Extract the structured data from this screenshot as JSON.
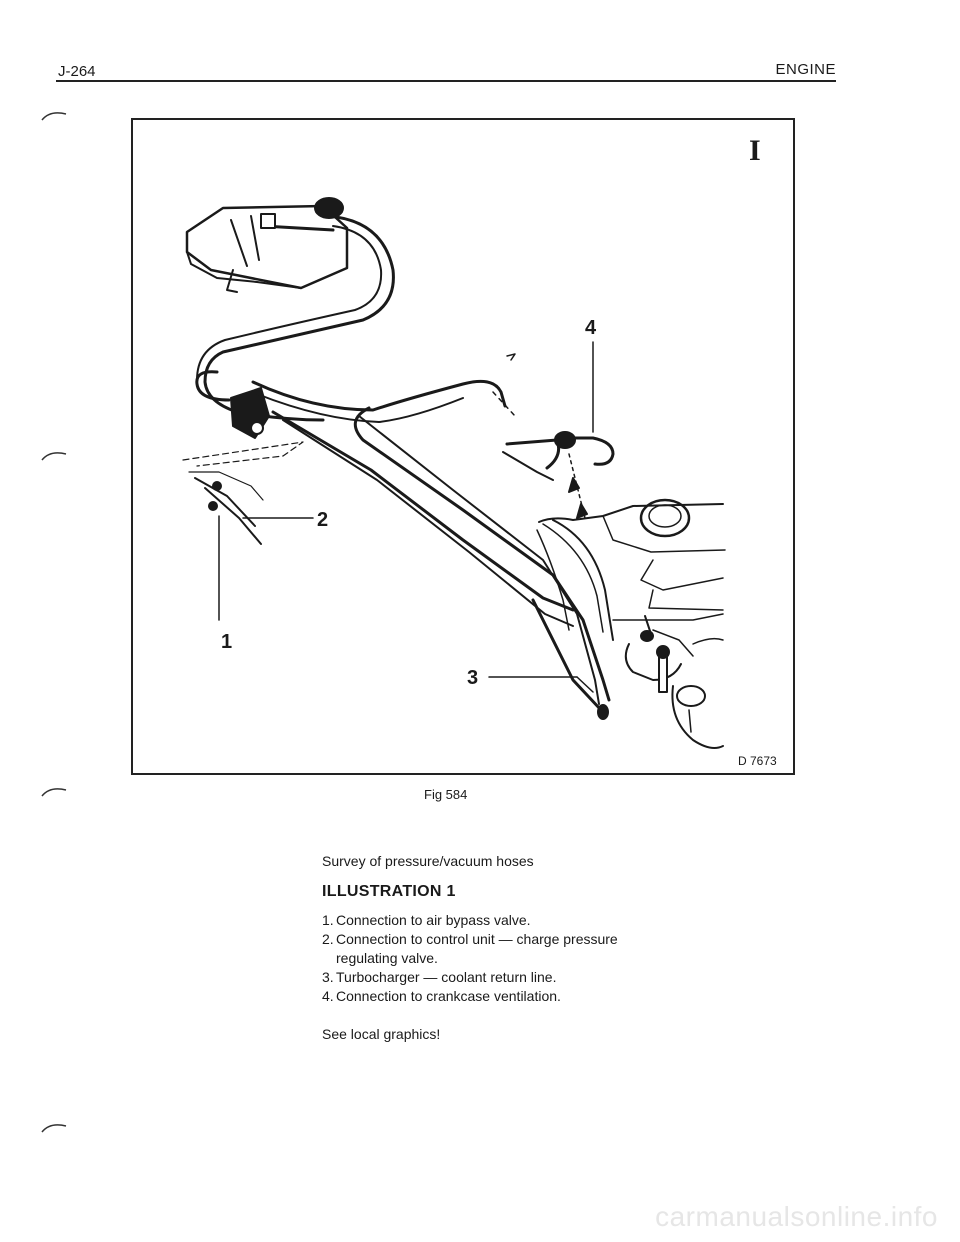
{
  "header": {
    "page_number": "J-264",
    "section": "ENGINE"
  },
  "figure": {
    "panel_mark": "I",
    "drawing_code": "D 7673",
    "callouts": [
      "1",
      "2",
      "3",
      "4"
    ],
    "caption": "Fig 584"
  },
  "text": {
    "subtitle": "Survey of pressure/vacuum hoses",
    "heading": "ILLUSTRATION 1",
    "items": [
      {
        "num": "1.",
        "text": "Connection to air bypass valve."
      },
      {
        "num": "2.",
        "text": "Connection to control unit — charge pressure regulating valve."
      },
      {
        "num": "3.",
        "text": "Turbocharger — coolant return line."
      },
      {
        "num": "4.",
        "text": "Connection to crankcase ventilation."
      }
    ],
    "note": "See local graphics!"
  },
  "watermark": "carmanualsonline.info"
}
